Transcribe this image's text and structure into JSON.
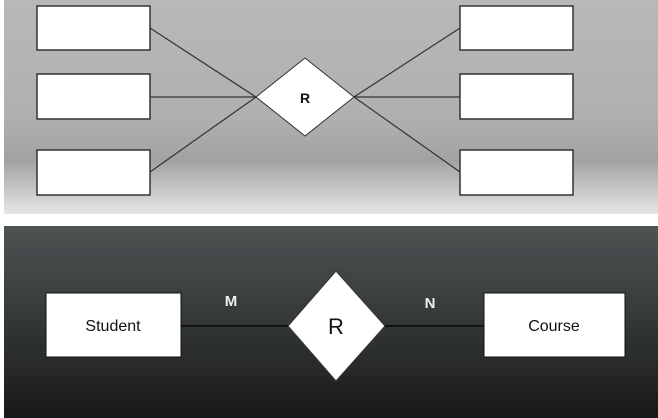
{
  "top_diagram": {
    "relationship_label": "R",
    "entity_labels": [
      "",
      "",
      "",
      "",
      "",
      ""
    ]
  },
  "bottom_diagram": {
    "left_entity": "Student",
    "right_entity": "Course",
    "relationship_label": "R",
    "left_cardinality": "M",
    "right_cardinality": "N"
  },
  "colors": {
    "top_panel": "#b4b4b4",
    "bottom_panel": "#2a2d2e",
    "box_fill": "#ffffff"
  }
}
